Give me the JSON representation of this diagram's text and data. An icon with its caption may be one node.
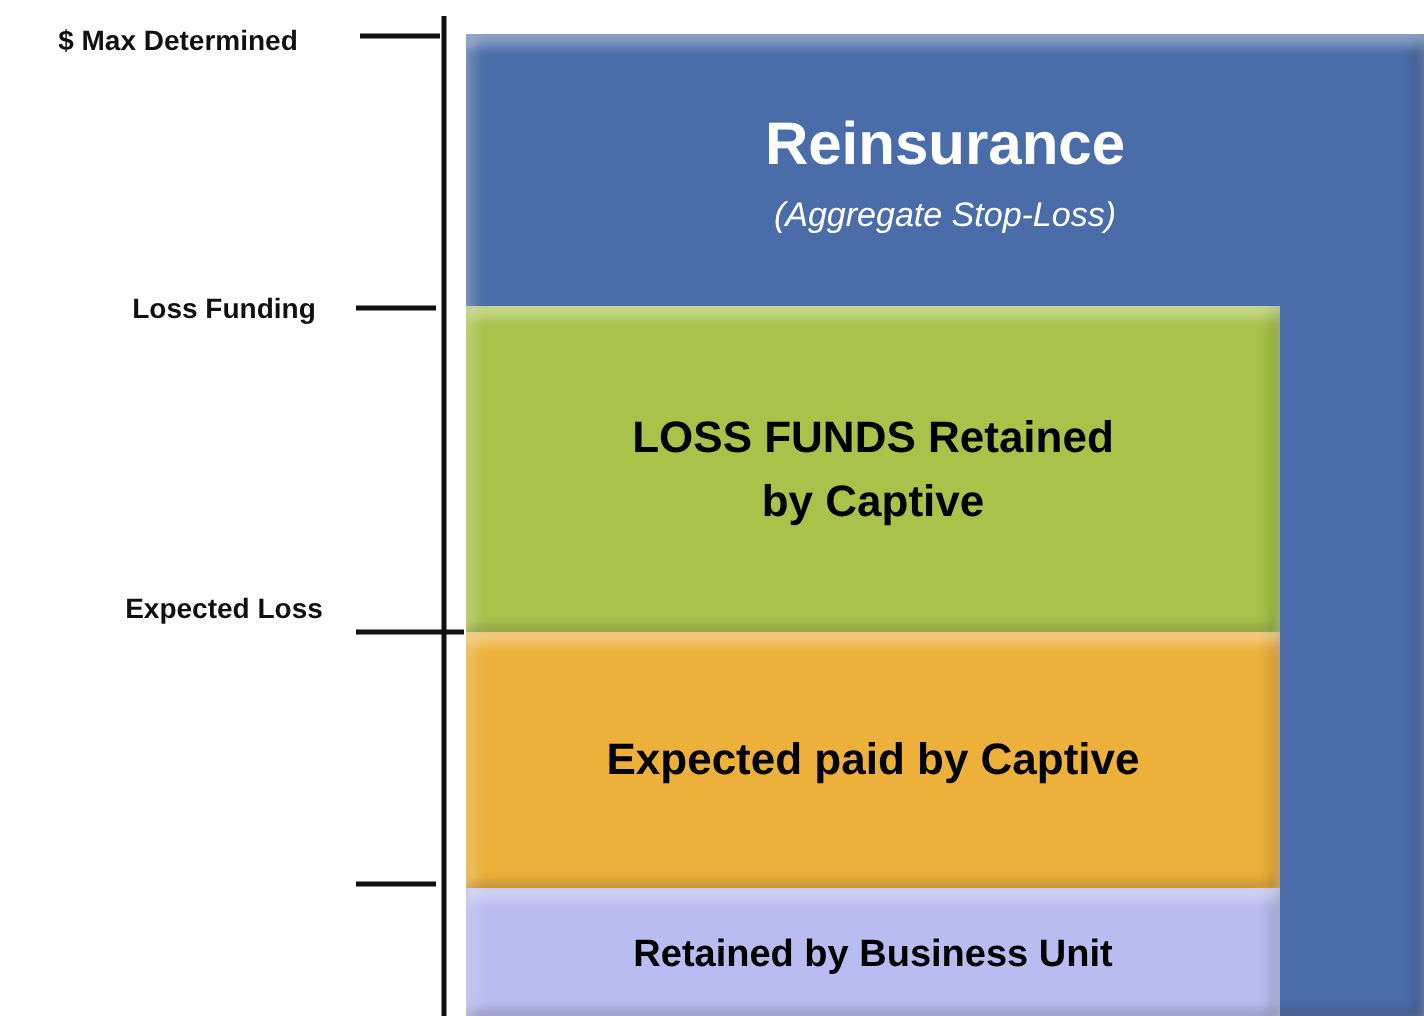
{
  "diagram": {
    "nodes": [
      {
        "text": [
          "Reinsurance",
          "(Aggregate Stop-Loss)"
        ]
      },
      {
        "text": [
          "LOSS FUNDS Retained by Captive"
        ],
        "in": 0
      },
      {
        "text": [
          "Expected paid by Captive"
        ],
        "in": 0
      },
      {
        "text": [
          "Retained by Business Unit"
        ],
        "in": 0
      }
    ],
    "labels": [
      "$ Max Determined",
      "Loss Funding",
      "Expected Loss"
    ]
  }
}
